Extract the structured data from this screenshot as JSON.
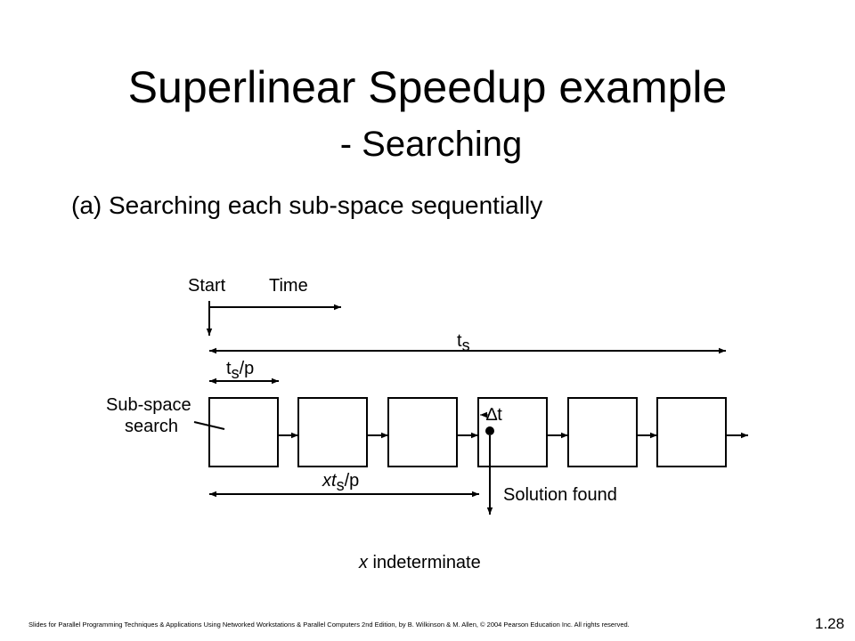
{
  "slide": {
    "title": "Superlinear Speedup example",
    "subtitle": "- Searching",
    "caption": "(a) Searching each sub-space sequentially",
    "footer": "Slides for Parallel Programming Techniques & Applications Using Networked Workstations & Parallel Computers 2nd Edition, by B. Wilkinson & M. Allen, © 2004 Pearson Education Inc. All rights reserved.",
    "page_number": "1.28"
  },
  "diagram": {
    "start_label": "Start",
    "time_label": "Time",
    "ts_label": "t",
    "ts_sub": "s",
    "ts_p_label": "t",
    "ts_p_sub": "s",
    "ts_p_suffix": "/p",
    "subspace_label_line1": "Sub-space",
    "subspace_label_line2": "search",
    "delta_t_label": "∆t",
    "xts_p_prefix": "xt",
    "xts_p_sub": "s",
    "xts_p_suffix": "/p",
    "solution_label": "Solution found",
    "indeterminate_x": "x",
    "indeterminate_text": " indeterminate",
    "subspace_count": 6
  }
}
